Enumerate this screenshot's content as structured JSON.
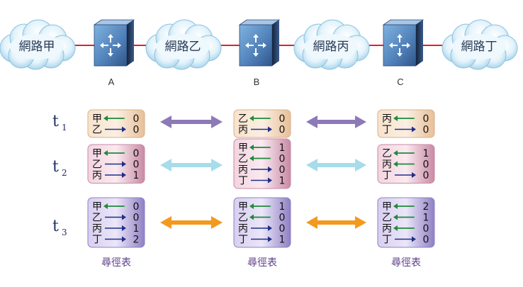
{
  "networks": [
    "網路甲",
    "網路乙",
    "網路丙",
    "網路丁"
  ],
  "routers": [
    "A",
    "B",
    "C"
  ],
  "time_labels": [
    {
      "main": "t",
      "sub": "1"
    },
    {
      "main": "t",
      "sub": "2"
    },
    {
      "main": "t",
      "sub": "3"
    }
  ],
  "routing_table_label": "尋徑表",
  "tables": [
    [
      [
        {
          "net": "甲",
          "dir": "in",
          "hops": "0"
        },
        {
          "net": "乙",
          "dir": "out",
          "hops": "0"
        }
      ],
      [
        {
          "net": "乙",
          "dir": "in",
          "hops": "0"
        },
        {
          "net": "丙",
          "dir": "out",
          "hops": "0"
        }
      ],
      [
        {
          "net": "丙",
          "dir": "in",
          "hops": "0"
        },
        {
          "net": "丁",
          "dir": "out",
          "hops": "0"
        }
      ]
    ],
    [
      [
        {
          "net": "甲",
          "dir": "in",
          "hops": "0"
        },
        {
          "net": "乙",
          "dir": "out",
          "hops": "0"
        },
        {
          "net": "丙",
          "dir": "out",
          "hops": "1"
        }
      ],
      [
        {
          "net": "甲",
          "dir": "in",
          "hops": "1"
        },
        {
          "net": "乙",
          "dir": "in",
          "hops": "0"
        },
        {
          "net": "丙",
          "dir": "out",
          "hops": "0"
        },
        {
          "net": "丁",
          "dir": "out",
          "hops": "1"
        }
      ],
      [
        {
          "net": "乙",
          "dir": "in",
          "hops": "1"
        },
        {
          "net": "丙",
          "dir": "in",
          "hops": "0"
        },
        {
          "net": "丁",
          "dir": "out",
          "hops": "0"
        }
      ]
    ],
    [
      [
        {
          "net": "甲",
          "dir": "in",
          "hops": "0"
        },
        {
          "net": "乙",
          "dir": "out",
          "hops": "0"
        },
        {
          "net": "丙",
          "dir": "out",
          "hops": "1"
        },
        {
          "net": "丁",
          "dir": "out",
          "hops": "2"
        }
      ],
      [
        {
          "net": "甲",
          "dir": "in",
          "hops": "1"
        },
        {
          "net": "乙",
          "dir": "in",
          "hops": "0"
        },
        {
          "net": "丙",
          "dir": "out",
          "hops": "0"
        },
        {
          "net": "丁",
          "dir": "out",
          "hops": "1"
        }
      ],
      [
        {
          "net": "甲",
          "dir": "in",
          "hops": "2"
        },
        {
          "net": "乙",
          "dir": "in",
          "hops": "1"
        },
        {
          "net": "丙",
          "dir": "in",
          "hops": "0"
        },
        {
          "net": "丁",
          "dir": "out",
          "hops": "0"
        }
      ]
    ]
  ],
  "colors": {
    "link_line": "#e0202a",
    "arrow_in": "#1f8a3a",
    "arrow_out": "#1f2f8a",
    "exchange_t1": "#8e79b8",
    "exchange_t2": "#a6dcec",
    "exchange_t3": "#f39a1e",
    "table_t1": "#f1d2b2",
    "table_t2": "#e9bfd0",
    "table_t3": "#bfb2dc",
    "cloud": "#cfeaf7"
  }
}
